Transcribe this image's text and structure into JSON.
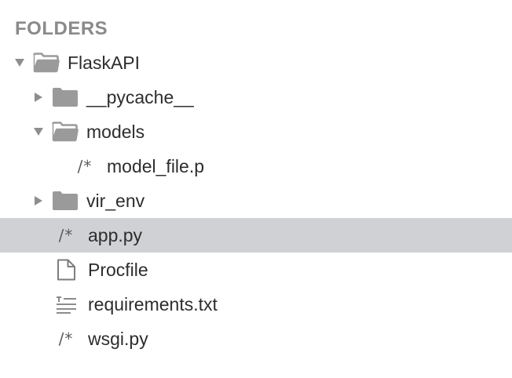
{
  "sidebar": {
    "header": "FOLDERS",
    "tree": [
      {
        "label": "FlaskAPI",
        "icon": "folder-open-icon",
        "expanded": true
      },
      {
        "label": "__pycache__",
        "icon": "folder-icon",
        "expanded": false
      },
      {
        "label": "models",
        "icon": "folder-open-icon",
        "expanded": true
      },
      {
        "label": "model_file.p",
        "icon": "code-file-icon"
      },
      {
        "label": "vir_env",
        "icon": "folder-icon",
        "expanded": false
      },
      {
        "label": "app.py",
        "icon": "code-file-icon",
        "selected": true
      },
      {
        "label": "Procfile",
        "icon": "document-icon"
      },
      {
        "label": "requirements.txt",
        "icon": "text-file-icon"
      },
      {
        "label": "wsgi.py",
        "icon": "code-file-icon"
      }
    ],
    "code_glyph": "/*",
    "colors": {
      "selection": "#d0d1d4",
      "folder": "#9a9a9a",
      "header": "#8a8a8a"
    }
  }
}
